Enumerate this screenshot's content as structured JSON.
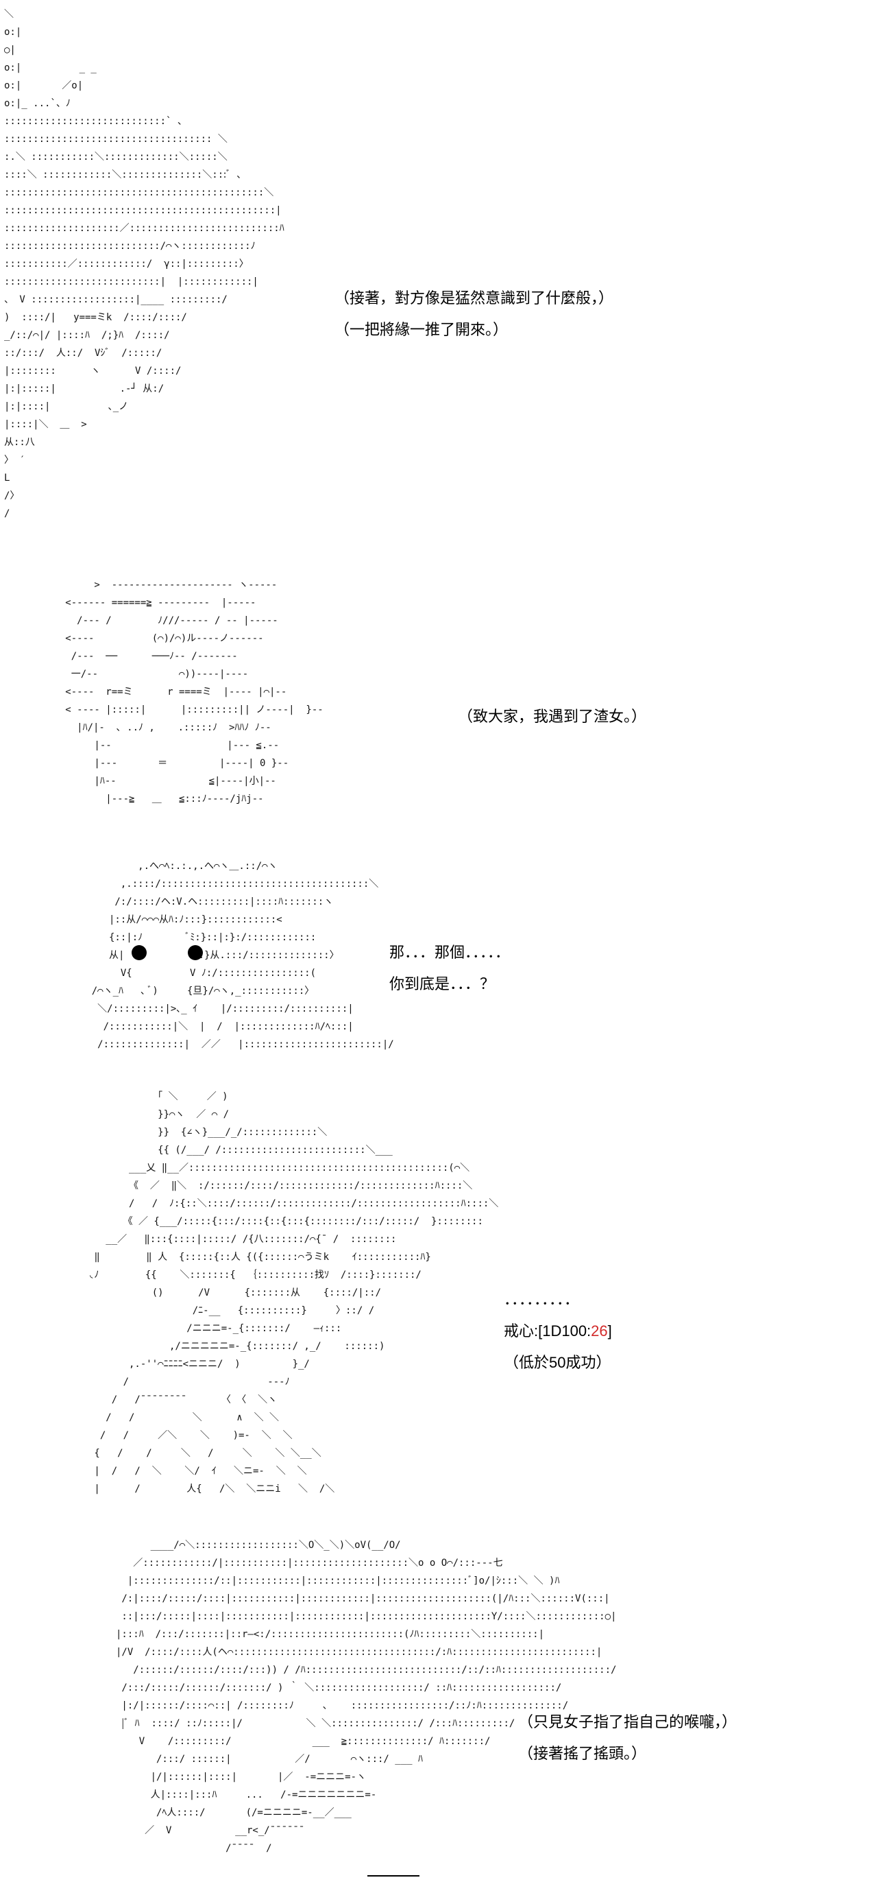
{
  "panels": [
    {
      "art": "＼\no:|\n○|\no:|          _ _\no:|       ／o|\no:|_ ...`、ﾉ\n::::::::::::::::::::::::::::` 、\n:::::::::::::::::::::::::::::::::::: ＼\n:.＼ :::::::::::＼:::::::::::::＼:::::＼\n::::＼ ::::::::::::＼::::::::::::::＼:::ﾞ ､\n:::::::::::::::::::::::::::::::::::::::::::::＼\n:::::::::::::::::::::::::::::::::::::::::::::::|\n::::::::::::::::::::／::::::::::::::::::::::::::ﾊ\n:::::::::::::::::::::::::::/⌒ヽ::::::::::::ﾉ\n:::::::::::／::::::::::::/  γ::|:::::::::〉\n:::::::::::::::::::::::::::|  |::::::::::::|\n、 V ::::::::::::::::::|____ :::::::::/\n)  ::::/|   y===ミk  /::::/::::/\n_/::/⌒|/ |::::ﾊ  /;}ﾊ  /::::/\n::/:::/  人::/  Vｼﾞ  /:::::/\n|::::::::      ヽ      V /::::/\n|:|:::::|           .-┘ 从:/\n|:|::::|          ､_ノ\n|::::|＼  ＿  >\n从::八\n〉 ′\nL\n/〉\n/",
      "captions": [
        "（接著，對方像是猛然意識到了什麼般，）",
        "（一把將緣一推了開來。）"
      ]
    },
    {
      "art": "        >  --------------------- ヽ-----\n   <------ ======≧ ---------  |-----\n     /--- /        ﾉ///----- / -- |-----\n   <----          (⌒)/⌒)ル----ノ------\n    /---  ──      ───ﾉ-- /-------\n    一/--              ⌒))----|----\n   <----  r==ミ      r ====ミ  |---- |⌒|--\n   < ---- |:::::|      |:::::::::|| ノ----|  }--\n     |ﾊ/|-  ､ ..ﾉ ,    .:::::ﾉ  >ﾊﾊﾉ ﾉ--\n        |--                    |--- ≦.--\n        |---       ＝         |----| 0 }--\n        |ﾊ--                ≦|----|小|--\n          |---≧   ＿   ≦:::ﾉ----/jﾊj--",
      "captions": [
        "（致大家，我遇到了渣女。）"
      ]
    },
    {
      "art": "            ,.へ⌒ﾍ:.:.,.へ⌒ヽ＿.::/⌒ヽ\n         ,.::::/::::::::::::::::::::::::::::::::::::＼\n        /:/::::/ヘ:V.ヘ:::::::::|::::ﾊ:::::::ヽ\n       |::从/⌒⌒⌒从ﾊ:ﾉ:::}::::::::::::<\n       {::|:ﾉ        ﾞﾐ:}::|:}:/::::::::::::\n       从|            ｢:}从.:::/::::::::::::::〉\n         V{          V ﾉ:/::::::::::::::::(\n    /⌒ヽ_ﾊ   ､ ﾞ)     {旦}/⌒ヽ,_:::::::::::〉\n     ＼/:::::::::|>､_ ｲ    |/:::::::::/::::::::::|\n      /:::::::::::|＼  |  /  |:::::::::::::ﾊ/ﾍ:::|\n     /::::::::::::::|  ／／   |::::::::::::::::::::::::|/",
      "captions": [
        "那．．．那個．．．．．",
        "你到底是．．．？"
      ]
    },
    {
      "art": "                   ｢ ＼     ／ )\n                   }}⌒ヽ  ／ ⌒ /\n                   }}  {∠ヽ}___/_/:::::::::::::＼\n                   {{ (/___/ /:::::::::::::::::::::::::＼___\n              ___乂 ‖__／:::::::::::::::::::::::::::::::::::::::::::::(⌒＼\n              《  ／  ‖＼  :/::::::/::::/:::::::::::::/:::::::::::::ﾊ::::＼\n              /   /  ﾉ:{::＼::::/::::::/:::::::::::::/::::::::::::::::::ﾊ::::＼\n             《 ／ {___/:::::{:::/::::{::{:::{::::::::/:::/:::::/  }::::::::\n          __／   ‖:::{::::|:::::/ /{八:::::::/⌒{¯ /  ::::::::\n        ‖        ‖ 人  {:::::{::人 {({::::::⌒うミk    ｲ:::::::::::ﾊ}\n       ◟ﾉ        {{    ＼:::::::{  ｛::::::::::找ｿ  /::::}:::::::/\n                  ()      /V      {:::::::从    {::::/|::/\n                         /ﾆ-__   {::::::::::}     〉::/ /\n                        /ニニニ=-_{:::::::/    ―ｨ:::\n                     ,/ニニニニニ=-_{:::::::/ ,_/    ::::::)\n              ,.‐''⌒ﾆﾆﾆﾆ<ニニニ/  )         }_/\n             /                        ---ﾉ\n           /   /¯¯¯¯¯¯¯¯      〈 〈  ＼ヽ\n          /   /          ＼      ∧  ＼ ＼\n         /   /     ／＼    ＼    )=-  ＼  ＼\n        {   /    /     ＼   /     ＼    ＼ ＼__＼\n        |  /   /  ＼    ＼/  ｲ   ＼ニ=-  ＼  ＼\n        |      /        人{   /＼  ＼ニニi   ＼  /＼",
      "captions": [
        "．．．．．．．．．",
        "戒心:[1D100:",
        "（低於50成功）"
      ],
      "dice_value": "26",
      "dice_suffix": "]"
    },
    {
      "art": "             ____/⌒＼::::::::::::::::::＼O＼_＼)＼oV(__/O/\n          ／::::::::::::/|:::::::::::|::::::::::::::::::::＼o o O⌒/:::---七\n         |::::::::::::::/::|:::::::::::|::::::::::::|:::::::::::::::ﾞ]o/|ｼ:::＼ ＼ )ﾊ\n        /:|::::/:::::/::::|:::::::::::|::::::::::::|::::::::::::::::::::(|/ﾊ:::＼::::::V(:::|\n        ::|:::/:::::|::::|:::::::::::|::::::::::::|:::::::::::::::::::::Y/::::＼::::::::::::○|\n       |:::ﾊ  /:::/:::::::|::r―<:/:::::::::::::::::::::::(ﾉﾊ:::::::::＼::::::::::|\n       |/V  /::::/::::人(ヘ⌒:::::::::::::::::::::::::::::::::::/:ﾊ:::::::::::::::::::::::::|\n          /::::::/::::::/::::/:::)) / /ﾊ:::::::::::::::::::::::::::/::/::ﾊ:::::::::::::::::::/\n        /:::/:::::/::::::/:::::::/ ) ｀ ＼:::::::::::::::::::/ ::ﾊ::::::::::::::::::/\n        |:/|::::::/::::⌒::| /::::::::ﾉ     ､    :::::::::::::::::/::ﾉ:ﾊ::::::::::::::/\n        |ﾞ ﾊ  ::::/ ::ﾉ:::::|/           ＼ ＼:::::::::::::::/ /:::ﾊ:::::::::/\n           V    /:::::::::/              ___  ≧::::::::::::::/ ﾊ:::::::/\n              /:::/ ::::::|           ／/       ⌒ヽ:::/ ___ ﾊ\n             |/|::::::|::::|       |／  -=ニニニ=-ヽ\n             人|::::|:::ﾊ     ...   /-=ニニニニニニニ=-\n              /ﾍ人::::/       (/=ニニニニ=-__／___\n            ／  V           __r<_/¯¯¯¯¯¯\n                          /¯¯¯¯  /",
      "captions": [
        "（只見女子指了指自己的喉嚨，）",
        "（接著搖了搖頭。）"
      ]
    }
  ]
}
